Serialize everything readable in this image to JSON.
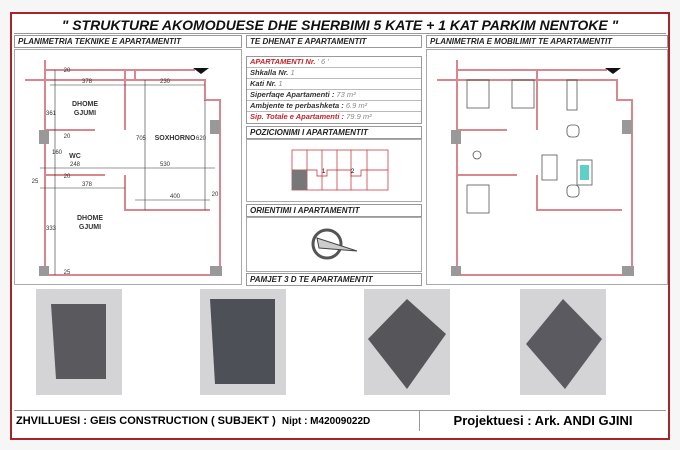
{
  "title": "\" STRUKTURE  AKOMODUESE  DHE  SHERBIMI  5  KATE  +  1 KAT  PARKIM  NENTOKE \"",
  "sections": {
    "technical_plan": "PLANIMETRIA  TEKNIKE  E  APARTAMENTIT",
    "data": "TE  DHENAT  E  APARTAMENTIT",
    "furniture_plan": "PLANIMETRIA  E  MOBILIMIT  TE  APARTAMENTIT",
    "position": "POZICIONIMI  I  APARTAMENTIT",
    "orientation": "ORIENTIMI  I  APARTAMENTIT",
    "views3d": "PAMJET  3 D  TE  APARTAMENTIT"
  },
  "apartment": {
    "number_label": "APARTAMENTI  Nr.",
    "number": "' 6 '",
    "stair_label": "Shkalla  Nr.",
    "stair": "1",
    "floor_label": "Kati  Nr.",
    "floor": "1",
    "area_label": "Siperfaqe  Apartamenti :",
    "area": "73  m²",
    "common_label": "Ambjente  te  perbashketa :",
    "common": "6.9  m²",
    "total_label": "Sip.  Totale  e  Apartamenti :",
    "total": "79.9  m²"
  },
  "plan": {
    "rooms": [
      "DHOME",
      "GJUMI",
      "WC",
      "SOXHORNO",
      "DHOME",
      "GJUMI"
    ],
    "dims": [
      "20",
      "378",
      "230",
      "361",
      "20",
      "160",
      "248",
      "530",
      "705",
      "620",
      "25",
      "20",
      "378",
      "20",
      "400",
      "333",
      "25"
    ]
  },
  "position_units": [
    "1",
    "2"
  ],
  "footer": {
    "developer": "ZHVILLUESI : GEIS  CONSTRUCTION ( SUBJEKT )",
    "nipt": "Nipt : M42009022D",
    "designer": "Projektuesi : Ark. ANDI  GJINI"
  },
  "colors": {
    "frame": "#a8242c",
    "walls": "#d9868c",
    "highlight": "#c4242c"
  }
}
